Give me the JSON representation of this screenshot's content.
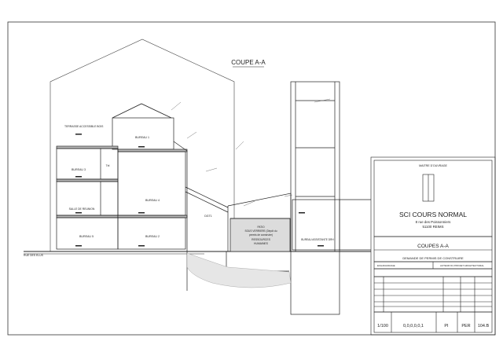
{
  "drawing": {
    "section_title": "COUPE A-A",
    "labels": {
      "terrace": "TERRASSE ACCESSIBLE BOIS",
      "bureau1": "BUREAU 1",
      "bureau3": "BUREAU 3",
      "tel": "Tél",
      "salle_reunion": "SALLE DE REUNION",
      "bureau4": "BUREAU 4",
      "bureau5": "BUREAU 5",
      "bureau2": "BUREAU 2",
      "dgt1": "DGT1",
      "patio1": "PATIO",
      "patio2": "SOUS VERRIERE (Dépôt du",
      "patio3": "permis de construire)",
      "patio4": "RESSOURCES",
      "patio5": "HUMAINES",
      "bureau_assistante": "BUREAU ASSISTANTE DRH",
      "rue": "RUE DES ELUS"
    }
  },
  "cartouche": {
    "owner_heading": "MAITRE D'OUVRAGE",
    "company": "SCI COURS NORMAL",
    "address_line1": "8 rue des Poissonniers",
    "address_line2": "51100 REIMS",
    "sheet_title": "COUPES A-A",
    "application": "DEMANDE DE PERMIS DE CONSTRUIRE",
    "sub_left": "ECHAFAUDAGE",
    "sub_right": "AUTEUR DU PROJET ARCHITECTURAL",
    "scale": "1/100",
    "number": "0,0,0,0,0,1",
    "phase": "PI",
    "doc_type": "PER",
    "sheet_no": "104.B"
  }
}
